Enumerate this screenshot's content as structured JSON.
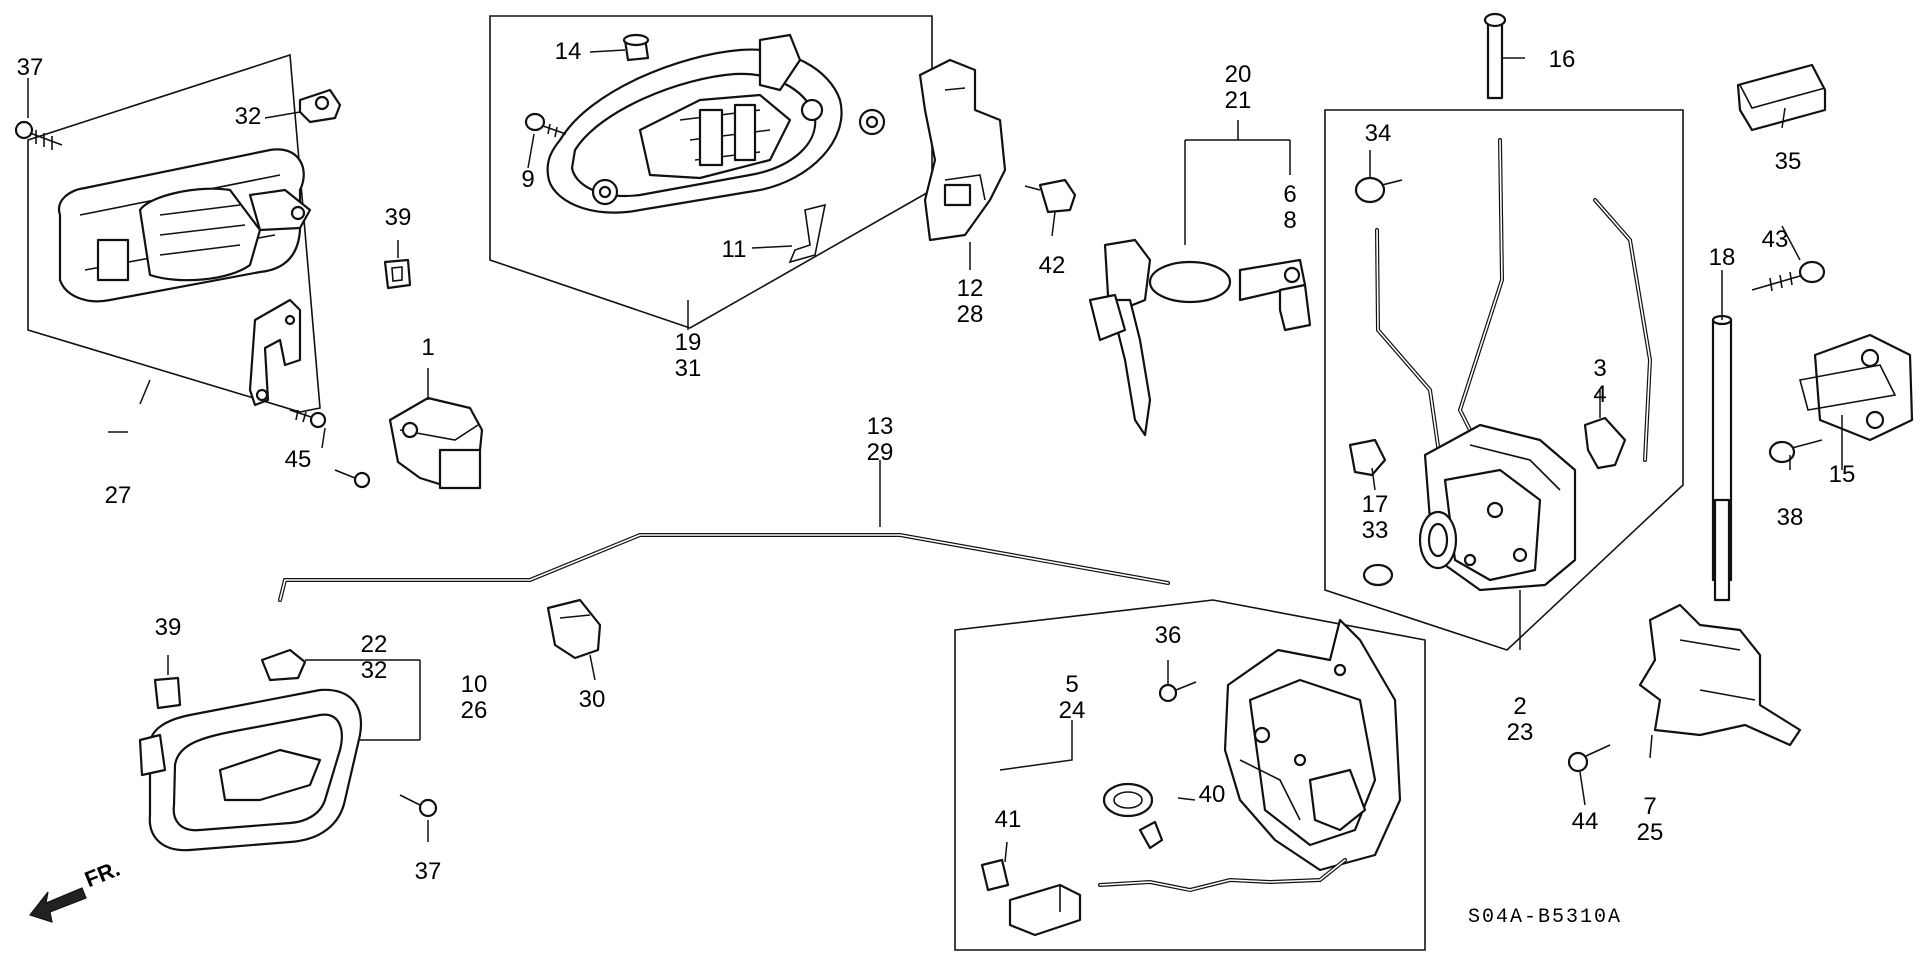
{
  "labels": {
    "p1": "1",
    "p2_23": [
      "2",
      "23"
    ],
    "p3_4": [
      "3",
      "4"
    ],
    "p5_24": [
      "5",
      "24"
    ],
    "p6_8": [
      "6",
      "8"
    ],
    "p7_25": [
      "7",
      "25"
    ],
    "p9": "9",
    "p10_26": [
      "10",
      "26"
    ],
    "p11": "11",
    "p12_28": [
      "12",
      "28"
    ],
    "p13_29": [
      "13",
      "29"
    ],
    "p14": "14",
    "p15": "15",
    "p16": "16",
    "p17_33": [
      "17",
      "33"
    ],
    "p18": "18",
    "p19_31": [
      "19",
      "31"
    ],
    "p20_21": [
      "20",
      "21"
    ],
    "p22_32": [
      "22",
      "32"
    ],
    "p27": "27",
    "p30": "30",
    "p32": "32",
    "p34": "34",
    "p35": "35",
    "p36": "36",
    "p37a": "37",
    "p37b": "37",
    "p38": "38",
    "p39a": "39",
    "p39b": "39",
    "p40": "40",
    "p41": "41",
    "p42": "42",
    "p43": "43",
    "p44": "44",
    "p45": "45"
  },
  "front_indicator": "FR.",
  "diagram_code": "S04A-B5310A"
}
